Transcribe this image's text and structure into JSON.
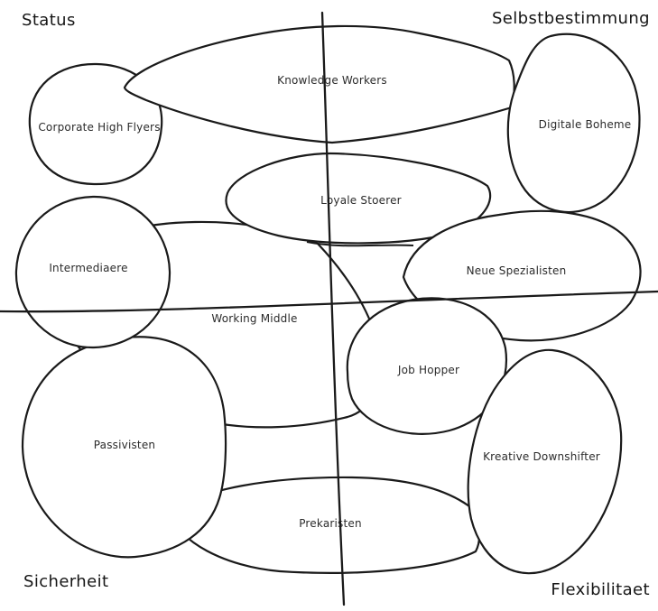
{
  "colors": {
    "accent": "#FAA619",
    "stroke": "#1A1A1A",
    "background": "#FFFFFF"
  },
  "axes": {
    "top_left": "Status",
    "top_right": "Selbstbestimmung",
    "bottom_left": "Sicherheit",
    "bottom_right": "Flexibilitaet"
  },
  "shapes": [
    {
      "id": "corporate-high-flyers",
      "label": "Corporate High Flyers",
      "highlighted": false
    },
    {
      "id": "knowledge-workers",
      "label": "Knowledge Workers",
      "highlighted": true
    },
    {
      "id": "digitale-boheme",
      "label": "Digitale Boheme",
      "highlighted": false
    },
    {
      "id": "loyale-stoerer",
      "label": "Loyale Stoerer",
      "highlighted": false
    },
    {
      "id": "intermediaere",
      "label": "Intermediaere",
      "highlighted": false
    },
    {
      "id": "neue-spezialisten",
      "label": "Neue Spezialisten",
      "highlighted": false
    },
    {
      "id": "working-middle",
      "label": "Working Middle",
      "highlighted": false
    },
    {
      "id": "job-hopper",
      "label": "Job Hopper",
      "highlighted": false
    },
    {
      "id": "passivisten",
      "label": "Passivisten",
      "highlighted": false
    },
    {
      "id": "kreative-downshifter",
      "label": "Kreative Downshifter",
      "highlighted": false
    },
    {
      "id": "prekaristen",
      "label": "Prekaristen",
      "highlighted": false
    }
  ]
}
